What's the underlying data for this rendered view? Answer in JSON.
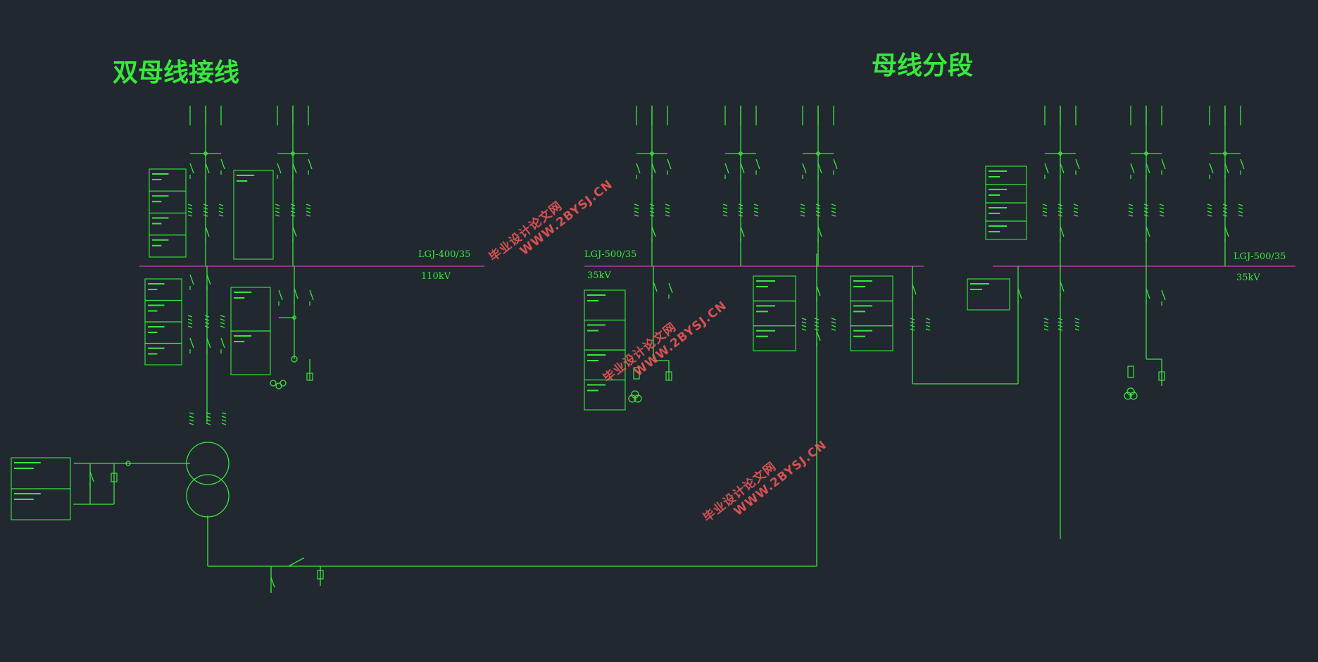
{
  "titles": {
    "double_bus": "双母线接线",
    "bus_section": "母线分段"
  },
  "bus_labels": {
    "left_cable": "LGJ-400/35",
    "left_voltage": "110kV",
    "middle_cable": "LGJ-500/35",
    "middle_voltage": "35kV",
    "right_cable": "LGJ-500/35",
    "right_voltage": "35kV"
  },
  "watermarks": [
    {
      "line1": "毕业设计论文网",
      "line2": "WWW.2BYSJ.CN"
    },
    {
      "line1": "毕业设计论文网",
      "line2": "WWW.2BYSJ.CN"
    },
    {
      "line1": "毕业设计论文网",
      "line2": "WWW.2BYSJ.CN"
    }
  ],
  "colors": {
    "background": "#212830",
    "line": "#38e83c",
    "bus": "#c040c0",
    "watermark": "#ff5a5a"
  }
}
